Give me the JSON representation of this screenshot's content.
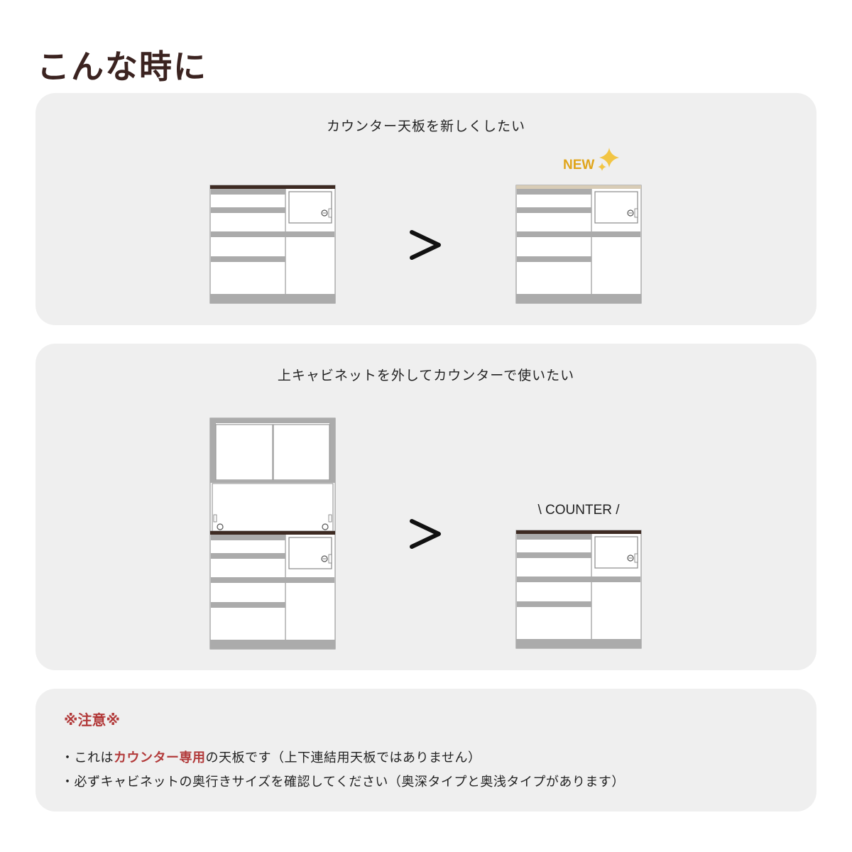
{
  "title": "こんな時に",
  "panels": [
    {
      "heading": "カウンター天板を新しくしたい",
      "badge": "NEW"
    },
    {
      "heading": "上キャビネットを外してカウンターで使いたい",
      "label": "\\ COUNTER /"
    }
  ],
  "caution": {
    "title": "※注意※",
    "note1": {
      "prefix": "・これは",
      "highlight": "カウンター専用",
      "suffix": "の天板です（上下連結用天板ではありません）"
    },
    "note2": "・必ずキャビネットの奥行きサイズを確認してください（奥深タイプと奥浅タイプがあります）"
  },
  "colors": {
    "title": "#3b2320",
    "panel_bg": "#efefef",
    "top_dark": "#3d2a22",
    "top_new": "#d8ccb6",
    "new_badge": "#e0a51b",
    "accent_red": "#b23a3a"
  },
  "icons": [
    "greater-than-arrow-icon",
    "sparkle-icon",
    "lock-icon"
  ]
}
